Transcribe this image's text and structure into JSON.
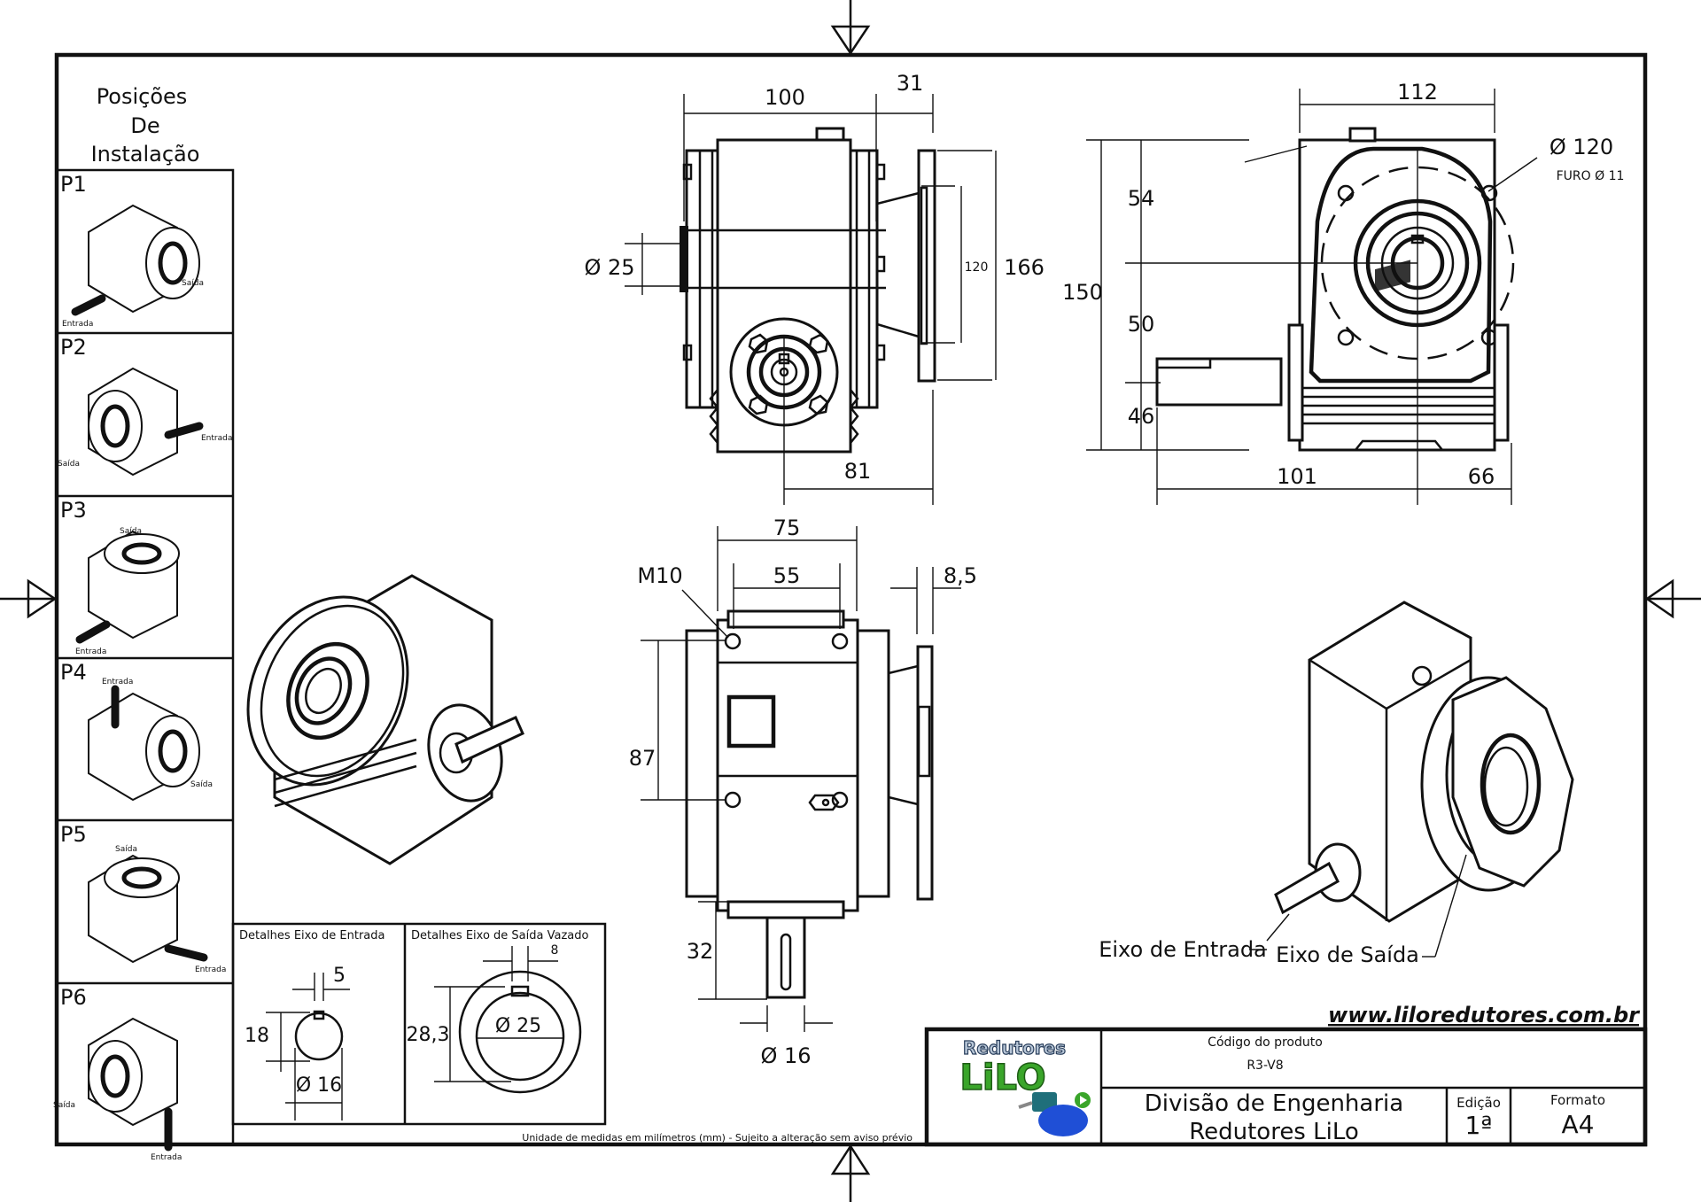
{
  "sheet": {
    "positions_title_line1": "Posições",
    "positions_title_line2": "De",
    "positions_title_line3": "Instalação",
    "positions": [
      {
        "id": "P1",
        "input_label": "Entrada",
        "output_label": "Saída"
      },
      {
        "id": "P2",
        "input_label": "Entrada",
        "output_label": "Saída"
      },
      {
        "id": "P3",
        "input_label": "Entrada",
        "output_label": "Saída"
      },
      {
        "id": "P4",
        "input_label": "Entrada",
        "output_label": "Saída"
      },
      {
        "id": "P5",
        "input_label": "Entrada",
        "output_label": "Saída"
      },
      {
        "id": "P6",
        "input_label": "Entrada",
        "output_label": "Saída"
      }
    ]
  },
  "front_view": {
    "dims": {
      "overall_width": "100",
      "flange_offset": "31",
      "shaft_dia": "Ø 25",
      "flange_inner": "120",
      "flange_outer": "166",
      "center_to_flange": "81"
    }
  },
  "side_view": {
    "dims": {
      "width": "112",
      "pcd": "Ø 120",
      "hole_note": "FURO Ø 11",
      "total_height": "150",
      "upper": "54",
      "middle": "50",
      "lower": "46",
      "left_extent": "101",
      "right_extent": "66"
    }
  },
  "bottom_view": {
    "dims": {
      "outer_width": "75",
      "hole_spacing": "55",
      "thread": "M10",
      "flange_thickness": "8,5",
      "height_spacing": "87",
      "shaft_length": "32",
      "shaft_dia": "Ø 16"
    }
  },
  "iso_view": {
    "input_label": "Eixo de Entrada",
    "output_label": "Eixo de Saída"
  },
  "details": {
    "input_title": "Detalhes Eixo de Entrada",
    "input_key_width": "5",
    "input_key_height": "18",
    "input_dia": "Ø 16",
    "output_title": "Detalhes Eixo de Saída Vazado",
    "output_key_width": "8",
    "output_key_height": "28,3",
    "output_dia": "Ø 25"
  },
  "footer_note": "Unidade de medidas em milímetros (mm) - Sujeito a alteração sem aviso prévio",
  "website": "www.liloredutores.com.br",
  "title_block": {
    "logo_line1": "Redutores",
    "logo_line2": "LiLO",
    "product_code_label": "Código do produto",
    "product_code": "R3-V8",
    "division_line1": "Divisão de Engenharia",
    "division_line2": "Redutores LiLo",
    "edition_label": "Edição",
    "edition_value": "1ª",
    "format_label": "Formato",
    "format_value": "A4"
  },
  "colors": {
    "line": "#111111",
    "logo_green": "#3aa52a",
    "logo_silver": "#b8c7d8",
    "motor_blue": "#1f4fd6",
    "gearbox_teal": "#1f6f7a"
  }
}
